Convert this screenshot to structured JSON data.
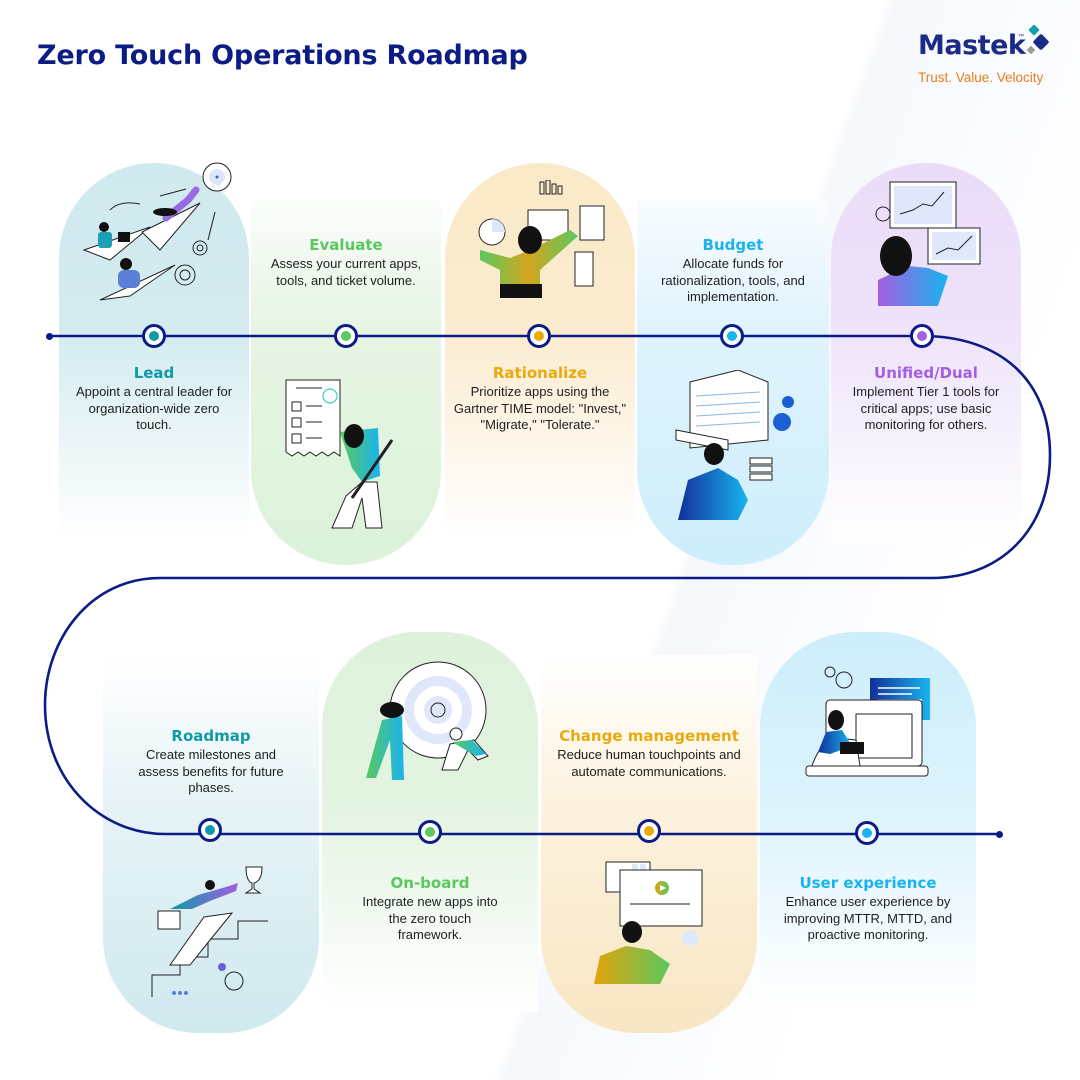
{
  "header": {
    "title": "Zero Touch Operations Roadmap"
  },
  "logo": {
    "wordmark": "Mastek",
    "trademark": "™",
    "tagline": "Trust. Value. Velocity"
  },
  "colors": {
    "line": "#0b1c87",
    "teal": "#0e9aa7",
    "green": "#5ac85e",
    "amber": "#eaa90c",
    "sky": "#19b4ef",
    "purple": "#a45ee0"
  },
  "top_row": [
    {
      "title": "Lead",
      "description": "Appoint a central leader for organization-wide zero touch.",
      "color": "teal",
      "text_position": "below",
      "illustration": "paper-planes-team"
    },
    {
      "title": "Evaluate",
      "description": "Assess your current apps, tools, and ticket volume.",
      "color": "green",
      "text_position": "above",
      "illustration": "checklist-person"
    },
    {
      "title": "Rationalize",
      "description": "Prioritize apps using the Gartner TIME model: \"Invest,\" \"Migrate,\" \"Tolerate.\"",
      "color": "amber",
      "text_position": "below",
      "illustration": "presenter-charts"
    },
    {
      "title": "Budget",
      "description": "Allocate funds for rationalization, tools, and implementation.",
      "color": "sky",
      "text_position": "above",
      "illustration": "funds-allocation"
    },
    {
      "title": "Unified/Dual",
      "description": "Implement Tier 1 tools for critical apps; use basic monitoring for others.",
      "color": "purple",
      "text_position": "below",
      "illustration": "monitoring-dashboards"
    }
  ],
  "bottom_row": [
    {
      "title": "Roadmap",
      "description": "Create milestones and assess benefits for future phases.",
      "color": "teal",
      "text_position": "above",
      "illustration": "climbing-stairs-trophy"
    },
    {
      "title": "On-board",
      "description": "Integrate new apps into the zero touch framework.",
      "color": "green",
      "text_position": "below",
      "illustration": "target-gear-team"
    },
    {
      "title": "Change management",
      "description": "Reduce human touchpoints and automate communications.",
      "color": "amber",
      "text_position": "above",
      "illustration": "media-editing-desk"
    },
    {
      "title": "User experience",
      "description": "Enhance user experience by improving MTTR, MTTD, and proactive monitoring.",
      "color": "sky",
      "text_position": "below",
      "illustration": "developer-laptop-code"
    }
  ]
}
